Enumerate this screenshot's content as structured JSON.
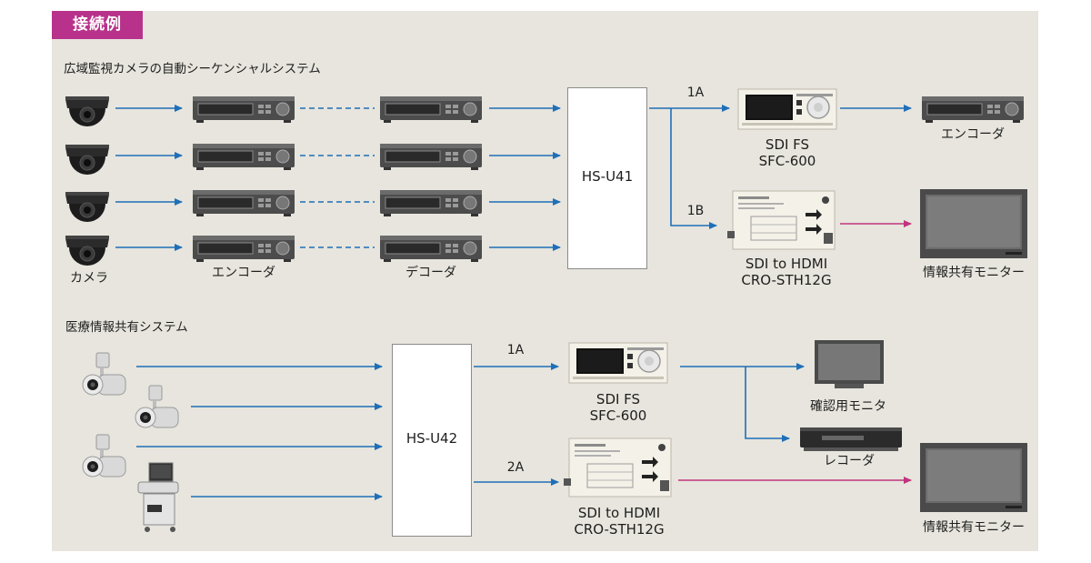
{
  "header": {
    "tag": "接続例"
  },
  "colors": {
    "accent": "#b8328b",
    "sdi_line": "#1f6fb8",
    "hdmi_line": "#c0347e",
    "background": "#e7e5dd"
  },
  "system1": {
    "title": "広域監視カメラの自動シーケンシャルシステム",
    "camera_label": "カメラ",
    "encoder_label": "エンコーダ",
    "decoder_label": "デコーダ",
    "hub": "HS-U41",
    "route_1a": "1A",
    "route_1b": "1B",
    "fs_label": "SDI FS",
    "fs_model": "SFC-600",
    "encoder_out_label": "エンコーダ",
    "cro_label": "SDI to HDMI",
    "cro_model": "CRO-STH12G",
    "monitor_label": "情報共有モニター"
  },
  "system2": {
    "title": "医療情報共有システム",
    "hub": "HS-U42",
    "route_1a": "1A",
    "route_2a": "2A",
    "fs_label": "SDI FS",
    "fs_model": "SFC-600",
    "check_monitor_label": "確認用モニタ",
    "recorder_label": "レコーダ",
    "cro_label": "SDI to HDMI",
    "cro_model": "CRO-STH12G",
    "monitor_label": "情報共有モニター"
  }
}
